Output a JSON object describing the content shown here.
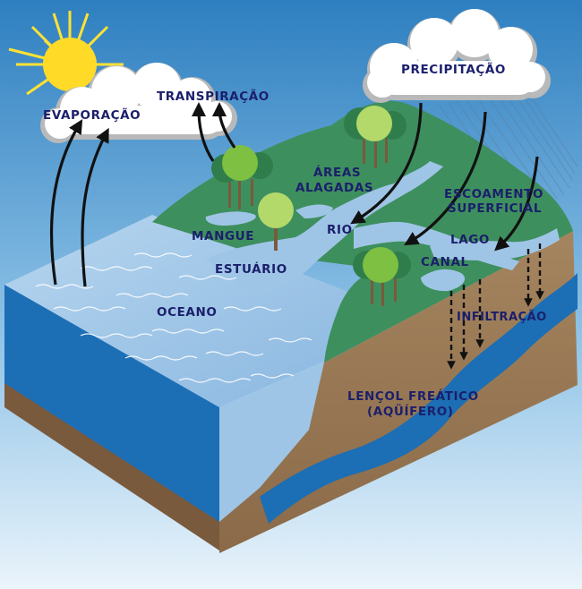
{
  "labels": {
    "evaporacao": "EVAPORAÇÃO",
    "transpiracao": "TRANSPIRAÇÃO",
    "precipitacao": "PRECIPITAÇÃO",
    "areas_line1": "ÁREAS",
    "areas_line2": "ALAGADAS",
    "escoamento_line1": "ESCOAMENTO",
    "escoamento_line2": "SUPERFICIAL",
    "mangue": "MANGUE",
    "rio": "RIO",
    "lago": "LAGO",
    "estuario": "ESTUÁRIO",
    "canal": "CANAL",
    "oceano": "OCEANO",
    "infiltracao": "INFILTRAÇÃO",
    "lencol_line1": "LENÇOL FREÁTICO",
    "lencol_line2": "(AQÜÍFERO)"
  },
  "colors": {
    "sky_top": "#2e7fc0",
    "sky_bottom": "#e6f1f9",
    "land_green": "#3e8f5e",
    "water_light": "#9fc5e6",
    "ocean_front": "#1c6eb5",
    "soil": "#9a7a5a",
    "bedrock": "#7a5a3c",
    "label_text": "#1b1f6b",
    "sun": "#ffe233"
  },
  "icons": {
    "sun": "sun-icon",
    "cloud": "cloud-icon",
    "tree": "tree-icon",
    "arrow": "arrow-icon"
  }
}
